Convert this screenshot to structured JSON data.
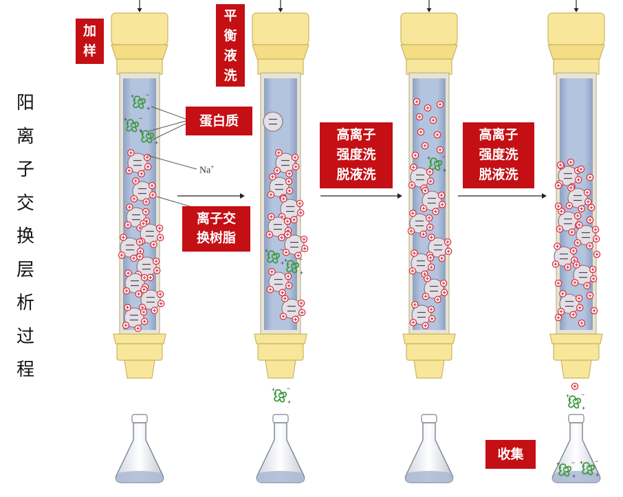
{
  "title_chars": [
    "阳",
    "离",
    "子",
    "交",
    "换",
    "层",
    "析",
    "过",
    "程"
  ],
  "labels": {
    "add_sample": [
      "加",
      "样"
    ],
    "equilibrate": [
      "平",
      "衡",
      "液",
      "洗"
    ],
    "protein": "蛋白质",
    "sodium": "Na",
    "sodium_charge": "+",
    "resin": [
      "离子交",
      "换树脂"
    ],
    "wash_step2": [
      "高离子",
      "强度洗",
      "脱液洗"
    ],
    "wash_step3": [
      "高离子",
      "强度洗",
      "脱液洗"
    ],
    "collect": "收集"
  },
  "colors": {
    "label_bg": "#c40f14",
    "column_fill": "#b3c4df",
    "column_cap": "#f8e79a",
    "resin_bead": "#e3dfe6",
    "cation": "#d7303d",
    "protein": "#3f9a3f"
  }
}
